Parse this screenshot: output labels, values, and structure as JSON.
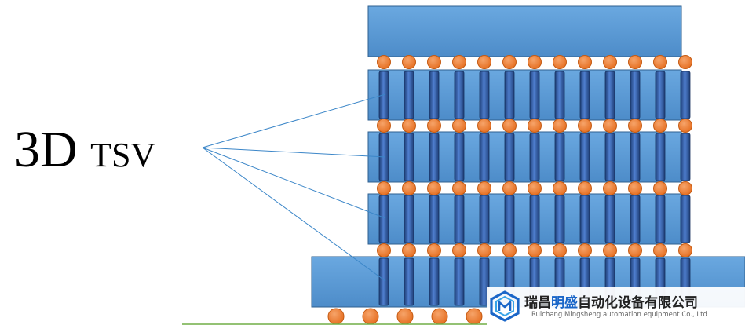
{
  "diagram": {
    "label_main": "3D",
    "label_sub": "TSV",
    "colors": {
      "die_fill": "#5b9bd5",
      "die_stroke": "#2e5f8f",
      "bump_fill": "#ed7d31",
      "bump_stroke": "#c55a11",
      "via_fill": "#2f5597",
      "leader_line": "#3b86c8"
    }
  },
  "logo": {
    "name_part1": "瑞昌",
    "name_accent": "明盛",
    "name_part2": "自动化设备有限公司",
    "name_en": "Ruichang Mingsheng automation equipment Co., Ltd",
    "icon": "hexagon-logo-icon"
  }
}
